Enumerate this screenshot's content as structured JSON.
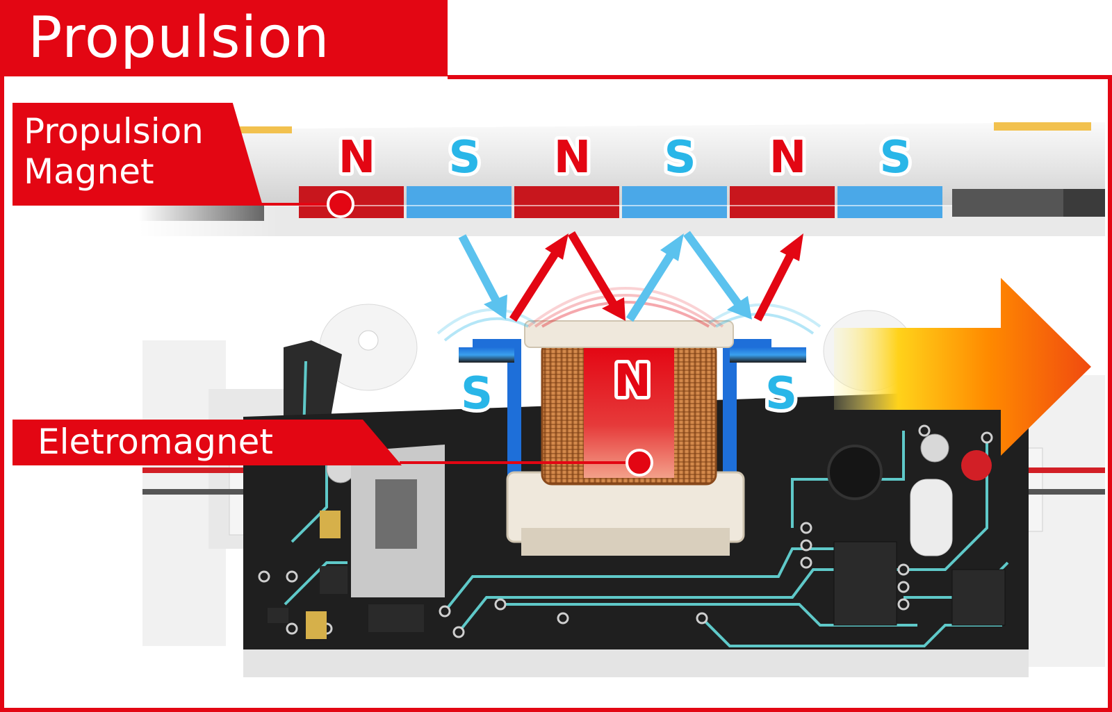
{
  "title": "Propulsion",
  "labels": {
    "propulsion_magnet_line1": "Propulsion",
    "propulsion_magnet_line2": "Magnet",
    "electromagnet": "Eletromagnet"
  },
  "track_poles": [
    "N",
    "S",
    "N",
    "S",
    "N",
    "S"
  ],
  "core_pole": "N",
  "side_poles": [
    "S",
    "S"
  ],
  "colors": {
    "accent": "#e30613",
    "north": "#e30613",
    "south": "#29b6e8",
    "pcb": "#202020",
    "trace": "#5fc9c9",
    "coil": "#c87a3e"
  },
  "icons": [
    "motion-arrow-icon",
    "force-arrow-icon"
  ]
}
